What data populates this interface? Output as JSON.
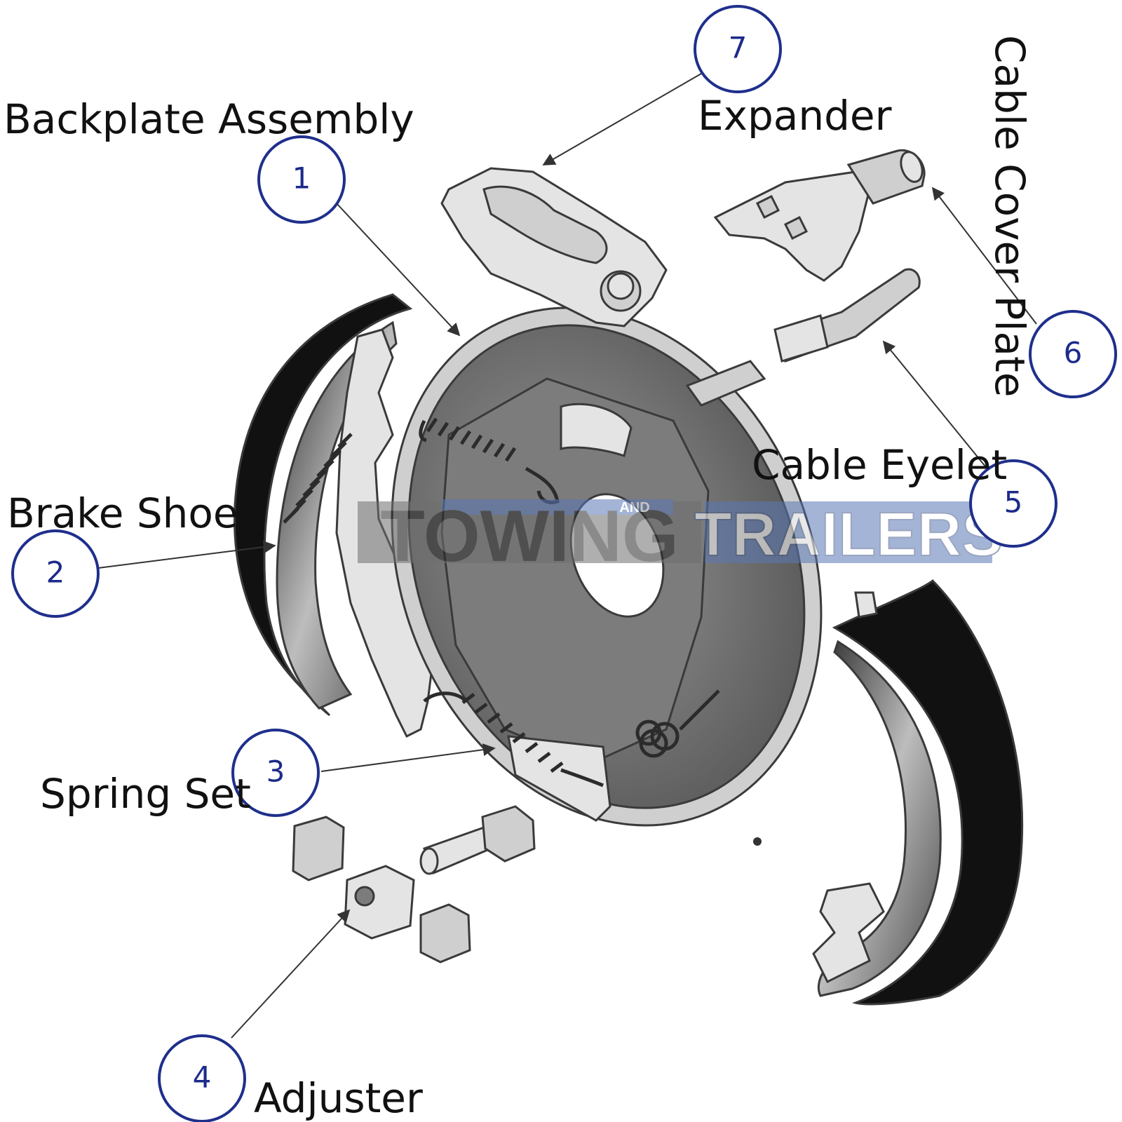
{
  "parts": [
    {
      "number": "1",
      "label": "Backplate Assembly"
    },
    {
      "number": "2",
      "label": "Brake Shoe"
    },
    {
      "number": "3",
      "label": "Spring Set"
    },
    {
      "number": "4",
      "label": "Adjuster"
    },
    {
      "number": "5",
      "label": "Cable Eyelet"
    },
    {
      "number": "6",
      "label": "Cable Cover Plate"
    },
    {
      "number": "7",
      "label": "Expander"
    }
  ],
  "watermark": {
    "left": "TOWING",
    "small": "AND",
    "right": "TRAILERS"
  },
  "colors": {
    "badge_outline": "#1f2f8c",
    "badge_text": "#1c2a8a",
    "watermark_blue": "#5a78b5"
  }
}
